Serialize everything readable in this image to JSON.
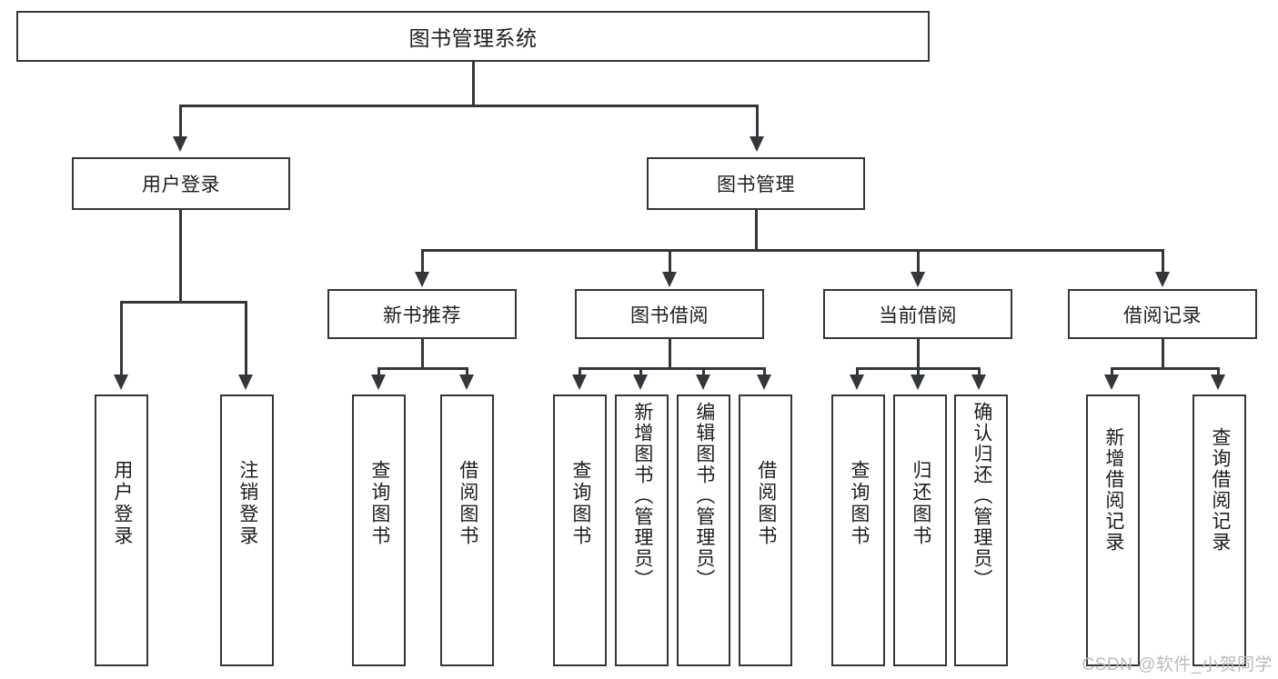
{
  "diagram": {
    "type": "tree-hierarchy-chart",
    "title": "图书管理系统",
    "watermark": "CSDN @软件_小贺同学",
    "colors": {
      "box_border": "#33363b",
      "box_fill": "#ffffff",
      "connector": "#33363b",
      "text": "#1c1d20",
      "watermark": "#b9bbbe",
      "background": "#ffffff"
    },
    "root": {
      "label": "图书管理系统"
    },
    "level2": [
      {
        "label": "用户登录"
      },
      {
        "label": "图书管理"
      }
    ],
    "level3": [
      {
        "label": "新书推荐"
      },
      {
        "label": "图书借阅"
      },
      {
        "label": "当前借阅"
      },
      {
        "label": "借阅记录"
      }
    ],
    "leaves": {
      "user_login": [
        {
          "label": "用户登录"
        },
        {
          "label": "注销登录"
        }
      ],
      "new_book_recommend": [
        {
          "label": "查询图书"
        },
        {
          "label": "借阅图书"
        }
      ],
      "book_borrow": [
        {
          "label": "查询图书"
        },
        {
          "label": "新增图书（管理员）"
        },
        {
          "label": "编辑图书（管理员）"
        },
        {
          "label": "借阅图书"
        }
      ],
      "current_borrow": [
        {
          "label": "查询图书"
        },
        {
          "label": "归还图书"
        },
        {
          "label": "确认归还（管理员）"
        }
      ],
      "borrow_record": [
        {
          "label": "新增借阅记录"
        },
        {
          "label": "查询借阅记录"
        }
      ]
    }
  }
}
